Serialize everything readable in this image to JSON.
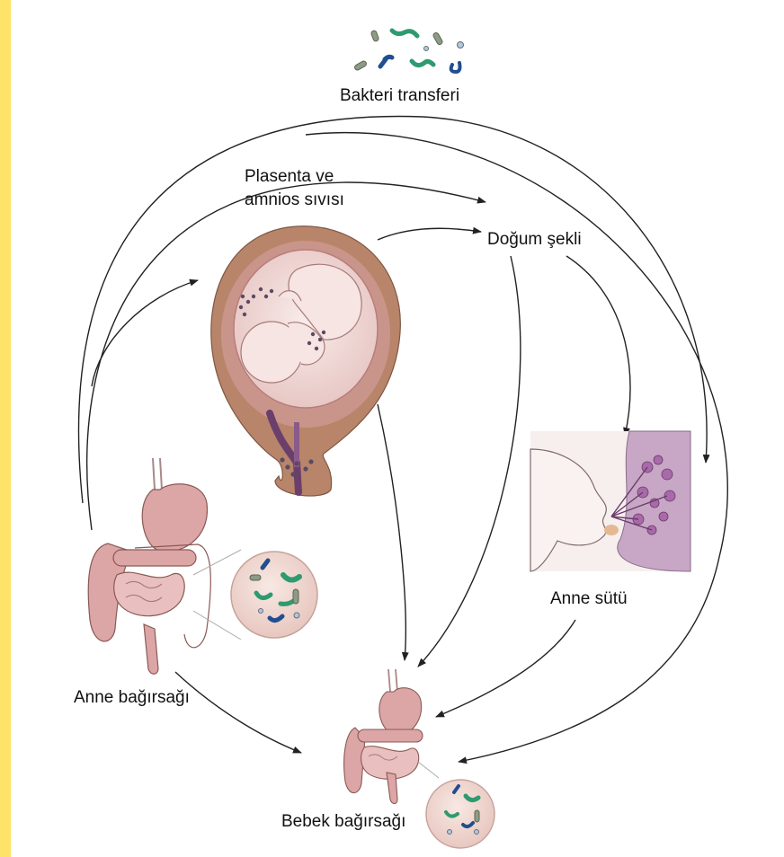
{
  "colors": {
    "edge_strip": "#fde36a",
    "arrow": "#222222",
    "uterus_outer": "#b8856a",
    "uterus_inner": "#d7a79a",
    "amniotic_sac": "#f3e3e1",
    "organ_pink": "#dca5a6",
    "organ_outline": "#8a5a55",
    "microbe_bg": "#f2dcd6",
    "bacteria_green": "#2e9a6f",
    "bacteria_blue": "#1f4f8f",
    "bacteria_gray": "#8d9a86",
    "gland_purple": "#a86aa8"
  },
  "labels": {
    "bacteria_transfer": "Bakteri transferi",
    "placenta_line1": "Plasenta ve",
    "placenta_line2": "amnios sıvısı",
    "birth_mode": "Doğum şekli",
    "breast_milk": "Anne sütü",
    "mother_gut": "Anne bağırsağı",
    "infant_gut": "Bebek bağırsağı"
  },
  "icons": {
    "bacteria_cluster": "bacteria-cluster-icon",
    "uterus": "pregnant-uterus-illustration",
    "breastfeeding": "breastfeeding-illustration",
    "mother_gut": "digestive-tract-illustration",
    "infant_gut": "infant-digestive-tract-illustration",
    "magnifier": "microbiota-magnifier-icon"
  }
}
